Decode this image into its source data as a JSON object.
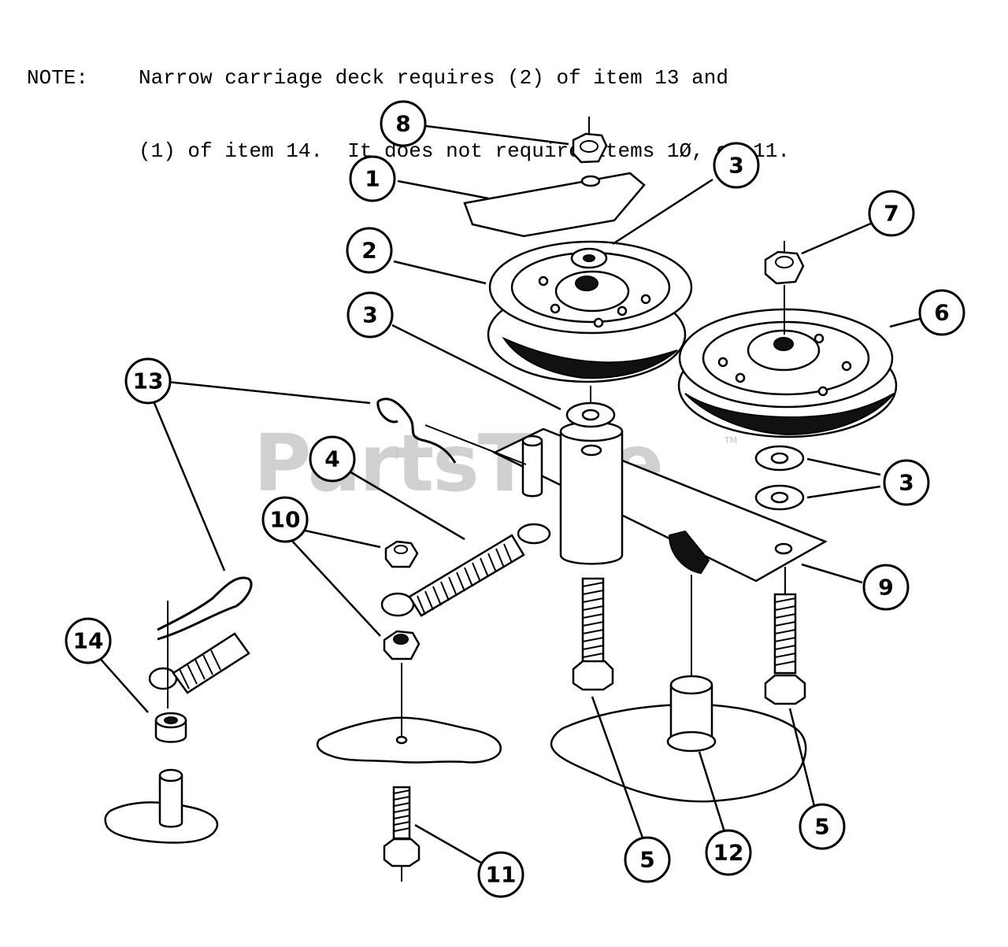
{
  "note": {
    "label": "NOTE:",
    "line1": "Narrow carriage deck requires (2) of item 13 and",
    "line2": "(1) of item 14.  It does not require items 1Ø, or 11."
  },
  "watermark": {
    "text": "PartsTree",
    "tm": "TM"
  },
  "callouts": [
    {
      "id": "c8",
      "label": "8"
    },
    {
      "id": "c1",
      "label": "1"
    },
    {
      "id": "c3a",
      "label": "3"
    },
    {
      "id": "c7",
      "label": "7"
    },
    {
      "id": "c2",
      "label": "2"
    },
    {
      "id": "c6",
      "label": "6"
    },
    {
      "id": "c3b",
      "label": "3"
    },
    {
      "id": "c13",
      "label": "13"
    },
    {
      "id": "c4",
      "label": "4"
    },
    {
      "id": "c3c",
      "label": "3"
    },
    {
      "id": "c10",
      "label": "10"
    },
    {
      "id": "c9",
      "label": "9"
    },
    {
      "id": "c14",
      "label": "14"
    },
    {
      "id": "c5a",
      "label": "5"
    },
    {
      "id": "c12",
      "label": "12"
    },
    {
      "id": "c5b",
      "label": "5"
    },
    {
      "id": "c11",
      "label": "11"
    }
  ]
}
